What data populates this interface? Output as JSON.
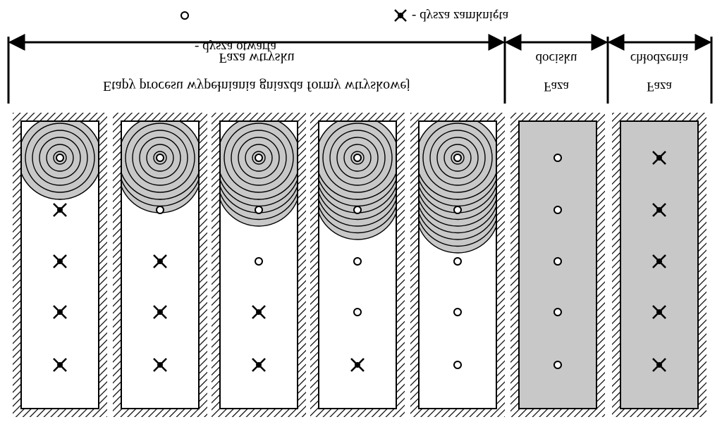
{
  "legend": {
    "open_label": "- dysza otwarta",
    "closed_label": "- dysza zamknięta"
  },
  "phases": {
    "injection_title": "Faza wtrysku",
    "injection_subtitle": "Etapy procesu wypełniania gniazda formy wtryskowej",
    "holding_line1": "docisku",
    "holding_line2": "Faza",
    "cooling_line1": "chłodzenia",
    "cooling_line2": "Faza"
  },
  "colors": {
    "fill": "#c8c8c8",
    "line": "#000000",
    "background": "#ffffff"
  },
  "stages": [
    {
      "fill_rings": 0,
      "nozzles": [
        "open",
        "closed",
        "closed",
        "closed",
        "closed"
      ]
    },
    {
      "fill_rings": 2,
      "nozzles": [
        "open",
        "open",
        "closed",
        "closed",
        "closed"
      ]
    },
    {
      "fill_rings": 4,
      "nozzles": [
        "open",
        "open",
        "open",
        "closed",
        "closed"
      ]
    },
    {
      "fill_rings": 6,
      "nozzles": [
        "open",
        "open",
        "open",
        "open",
        "closed"
      ]
    },
    {
      "fill_rings": 8,
      "nozzles": [
        "open",
        "open",
        "open",
        "open",
        "open"
      ]
    },
    {
      "fill_rings": "full",
      "nozzles": [
        "open",
        "open",
        "open",
        "open",
        "open"
      ]
    },
    {
      "fill_rings": "full",
      "nozzles": [
        "closed",
        "closed",
        "closed",
        "closed",
        "closed"
      ]
    }
  ]
}
